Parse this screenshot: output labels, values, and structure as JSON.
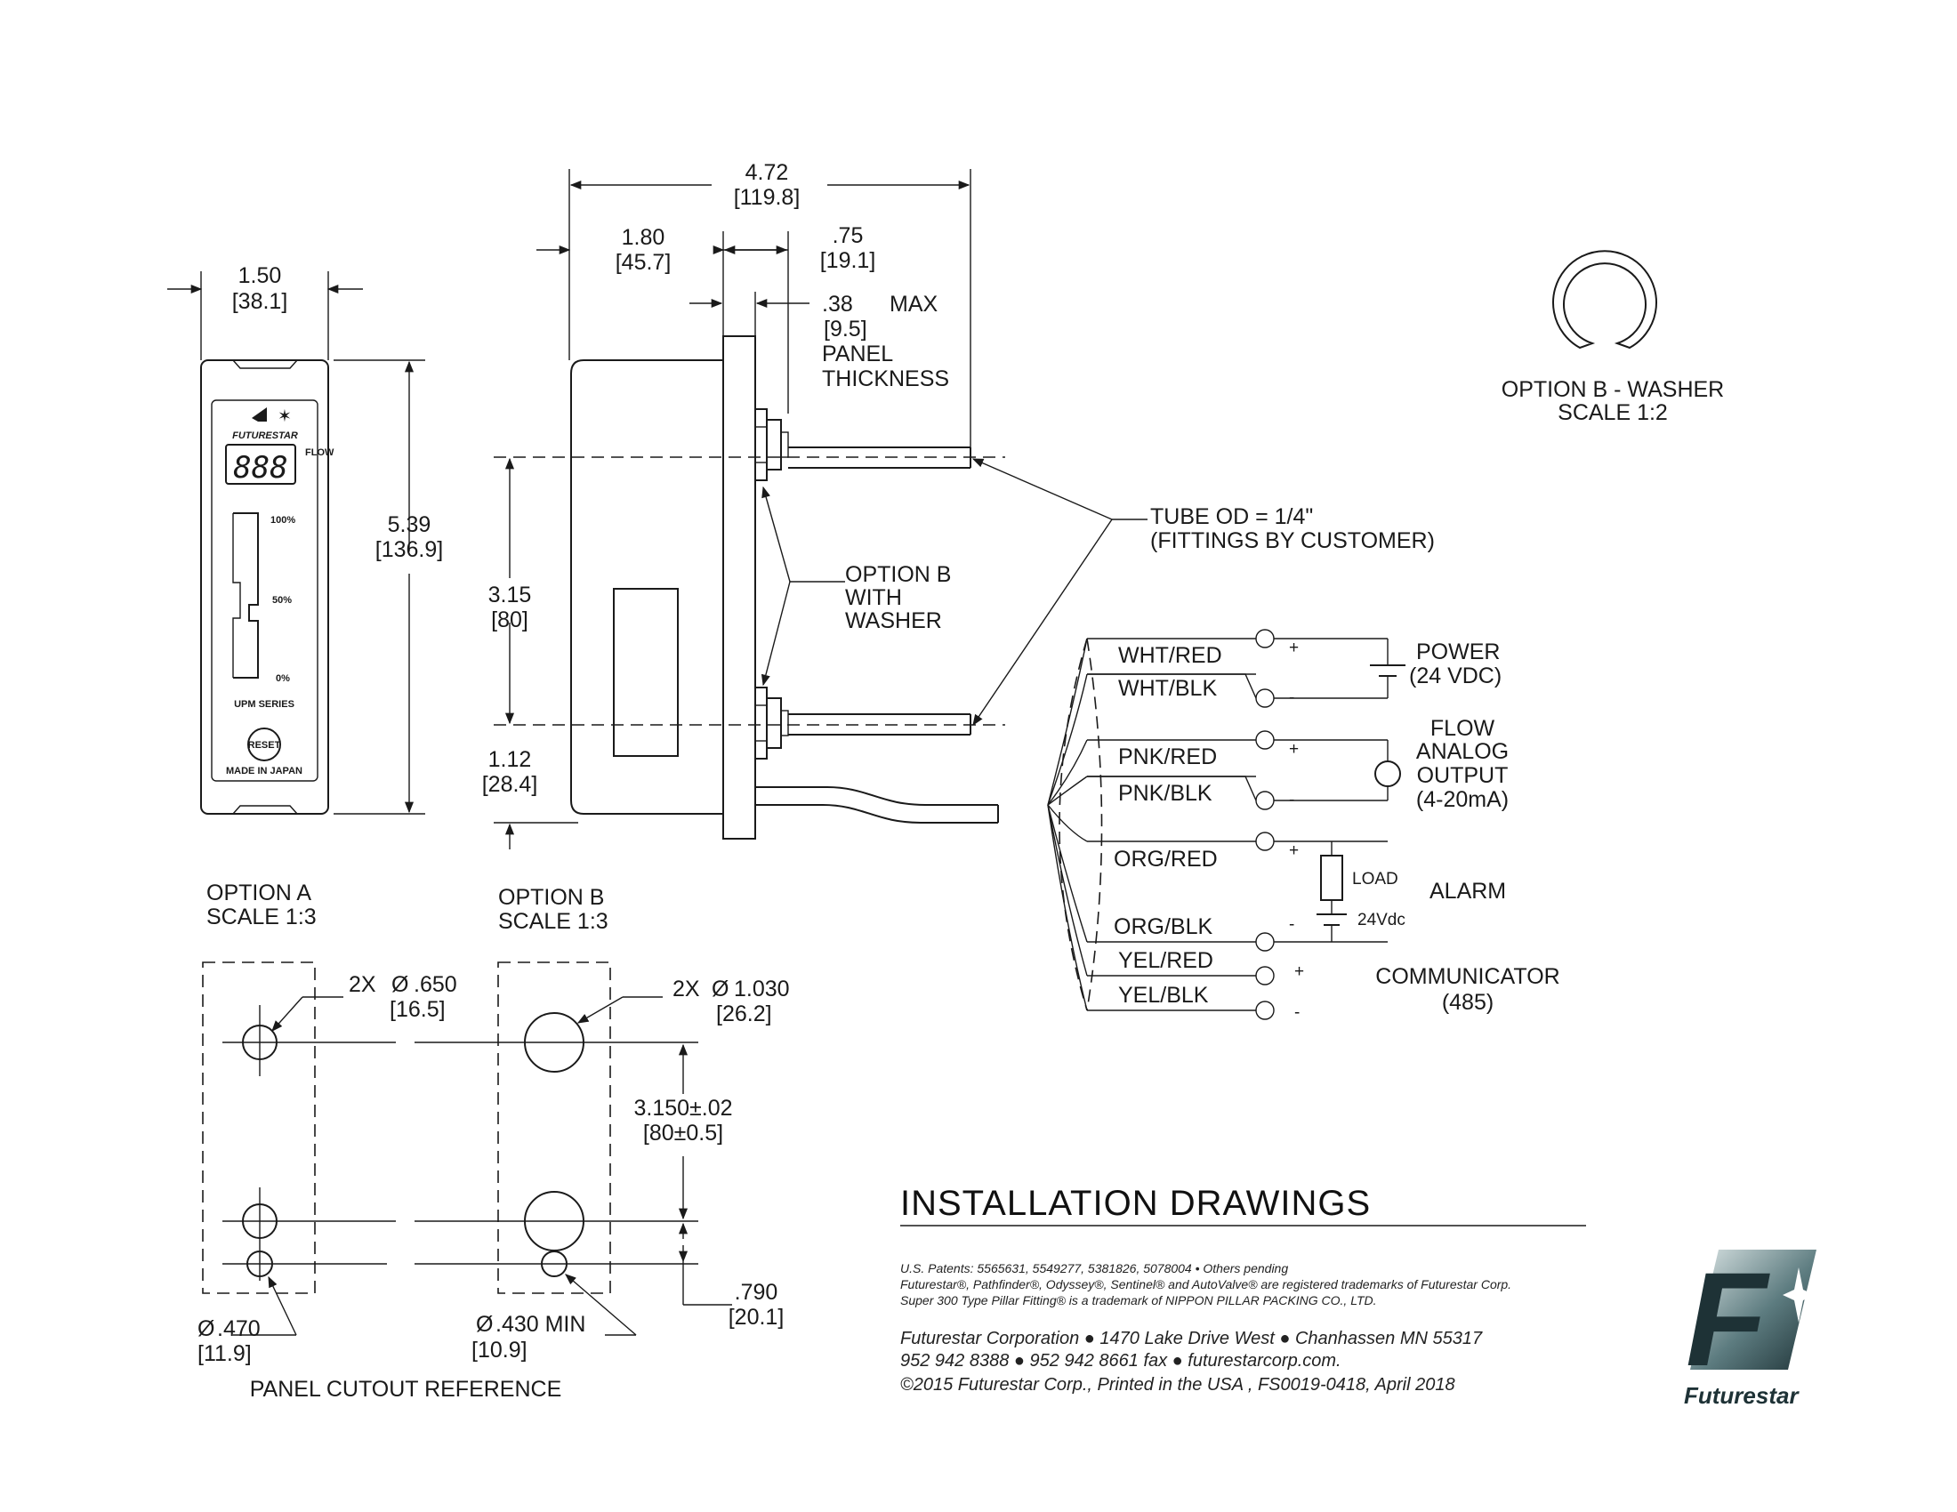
{
  "front_view": {
    "width_in": "1.50",
    "width_mm": "[38.1]",
    "height_in": "5.39",
    "height_mm": "[136.9]",
    "brand": "FUTURESTAR",
    "display": "888",
    "flow_word": "FLOW",
    "scale_100": "100%",
    "scale_50": "50%",
    "scale_0": "0%",
    "series": "UPM SERIES",
    "reset": "RESET",
    "made_in": "MADE IN JAPAN"
  },
  "side_view": {
    "overall_in": "4.72",
    "overall_mm": "[119.8]",
    "body_in": "1.80",
    "body_mm": "[45.7]",
    "fitting_in": ".75",
    "fitting_mm": "[19.1]",
    "panel_in": ".38",
    "panel_max": "MAX",
    "panel_mm": "[9.5]",
    "panel_label_1": "PANEL",
    "panel_label_2": "THICKNESS",
    "ports_in": "3.15",
    "ports_mm": "[80]",
    "bottom_in": "1.12",
    "bottom_mm": "[28.4]",
    "option_b_1": "OPTION B",
    "option_b_2": "WITH",
    "option_b_3": "WASHER",
    "tube_1": "TUBE OD = 1/4\"",
    "tube_2": "(FITTINGS BY CUSTOMER)"
  },
  "washer": {
    "title": "OPTION B - WASHER",
    "scale": "SCALE 1:2"
  },
  "wiring": {
    "wires": [
      "WHT/RED",
      "WHT/BLK",
      "PNK/RED",
      "PNK/BLK",
      "ORG/RED",
      "ORG/BLK",
      "YEL/RED",
      "YEL/BLK"
    ],
    "signs": [
      "+",
      "-",
      "+",
      "-",
      "+",
      "-",
      "+",
      "-"
    ],
    "power_1": "POWER",
    "power_2": "(24 VDC)",
    "flow_1": "FLOW",
    "flow_2": "ANALOG",
    "flow_3": "OUTPUT",
    "flow_4": "(4-20mA)",
    "load": "LOAD",
    "vdc": "24Vdc",
    "alarm": "ALARM",
    "comm_1": "COMMUNICATOR",
    "comm_2": "(485)"
  },
  "cutout": {
    "a_title": "OPTION A",
    "a_scale": "SCALE 1:3",
    "b_title": "OPTION B",
    "b_scale": "SCALE 1:3",
    "a_hole_count": "2X",
    "a_hole_in": ".650",
    "a_hole_mm": "[16.5]",
    "b_hole_count": "2X",
    "b_hole_in": "1.030",
    "b_hole_mm": "[26.2]",
    "spacing_in": "3.150±.02",
    "spacing_mm": "[80±0.5]",
    "offset_in": ".790",
    "offset_mm": "[20.1]",
    "a_small_in": ".470",
    "a_small_mm": "[11.9]",
    "b_small_in": ".430  MIN",
    "b_small_mm": "[10.9]",
    "caption": "PANEL CUTOUT REFERENCE"
  },
  "footer": {
    "title": "INSTALLATION DRAWINGS",
    "patents": "U.S. Patents: 5565631, 5549277, 5381826, 5078004 • Others pending",
    "trademarks": "Futurestar®, Pathfinder®, Odyssey®, Sentinel® and AutoValve® are registered trademarks of Futurestar Corp.",
    "pillar": "Super 300 Type  Pillar Fitting® is a trademark of NIPPON PILLAR PACKING CO., LTD.",
    "address": "Futurestar Corporation ●  1470 Lake Drive West ●  Chanhassen MN 55317",
    "phone": "952 942 8388 ●  952 942 8661 fax ●  futurestarcorp.com.",
    "copyright": "©2015 Futurestar Corp., Printed in the USA , FS0019-0418, April 2018"
  },
  "logo": {
    "mark": "F",
    "brand": "Futurestar"
  },
  "colors": {
    "ink": "#1a1a1a",
    "logo_dark": "#1e3236",
    "logo_mid": "#5d7c80",
    "logo_light": "#c9d6d6"
  }
}
